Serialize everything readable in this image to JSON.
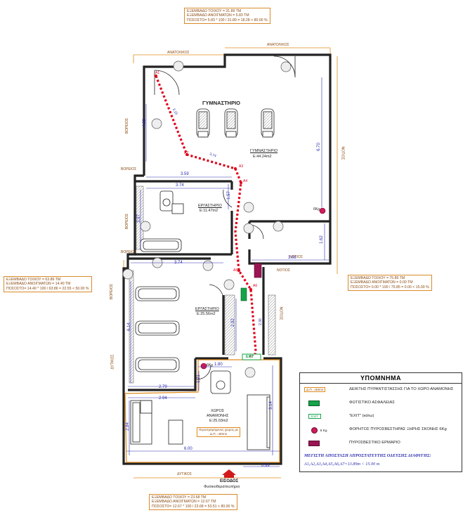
{
  "stats": {
    "top": [
      "ΕΞΕΜΒΑΔΟ ΤΟΙΧΟΥ = 31.89 ΤΜ",
      "ΕΞΕΜΒΑΔΟ ΑΝΟΙΓΜΑΤΩΝ = 5.83 ΤΜ",
      "ΠΟΣΟΣΤΟ= 5.83 * 100 / 31.89 = 18.28 < 80.00 %"
    ],
    "left": [
      "ΕΞΕΜΒΑΔΟ ΤΟΙΧΟΥ = 63.86 ΤΜ",
      "ΕΞΕΜΒΑΔΟ ΑΝΟΙΓΜΑΤΩΝ = 14.40 ΤΜ",
      "ΠΟΣΟΣΤΟ= 14.40 * 100 / 63.86 = 22.55 < 50.00 %"
    ],
    "right": [
      "ΕΞΕΜΒΑΔΟ ΤΟΙΧΟΥ = 75.85 ΤΜ",
      "ΕΞΕΜΒΑΔΟ ΑΝΟΙΓΜΑΤΩΝ = 0.00 ΤΜ",
      "ΠΟΣΟΣΤΟ= 0.00 * 100 / 75.85 = 0.00 < 15.00 %"
    ],
    "bottom": [
      "ΕΞΕΜΒΑΔΟ ΤΟΙΧΟΥ = 23.68 ΤΜ",
      "ΕΞΕΜΒΑΔΟ ΑΝΟΙΓΜΑΤΩΝ = 12.67 ΤΜ",
      "ΠΟΣΟΣΤΟ= 12.67 * 100 / 23.68 = 53.51 < 80.00 %"
    ]
  },
  "orientation": {
    "anatolikos_left": "ΑΝΑΤΟΛΙΚΟΣ",
    "anatolikos_right": "ΑΝΑΤΟΛΙΚΟΣ",
    "notios_1": "ΝΟΤΙΟΣ",
    "notios_2": "ΝΟΤΙΟΣ",
    "notios_3": "ΝΟΤΙΟΣ",
    "notios_4": "ΝΟΤΙΟΣ",
    "voreios_1": "ΒΟΡΕΙΟΣ",
    "voreios_2": "ΒΟΡΕΙΟΣ",
    "voreios_3": "ΒΟΡΕΙΟΣ",
    "voreios_4": "ΒΟΡΕΙΟΣ",
    "voreios_5": "ΒΟΡΕΙΟΣ",
    "dytikos": "ΔΥΤΙΚΟΣ"
  },
  "rooms": {
    "gym_title": "ΓΥΜΝΑΣΤΗΡΙΟ",
    "gym_label": "ΓΥΜΝΑΣΤΗΡΙΟ",
    "gym_area": "Ε:44.24m2",
    "lab1_label": "ΕΡΓΑΣΤΗΡΙΟ",
    "lab1_area": "Ε:11.47m2",
    "lab2_label": "ΕΡΓΑΣΤΗΡΙΟ",
    "lab2_area": "Ε:25.56m2",
    "wait_label_1": "ΧΩΡΟΣ",
    "wait_label_2": "ΑΝΑΜΟΝΗΣ",
    "wait_area": "Ε:25.03m2",
    "occupancy_note_1": "Περιστρεφόμενος χώρος με",
    "occupancy_note_2": "Δ.Π. =60mn"
  },
  "dimensions": {
    "d_4_63": "4.63",
    "d_6_70": "6.70",
    "d_3_59": "3.59",
    "d_3_74a": "3.74",
    "d_1_57": "1.57",
    "d_3_97": "3.97",
    "d_1_62": "1.62",
    "d_3_06": "3.06",
    "d_3_74b": "3.74",
    "d_6_14": "6.14",
    "d_2_92": "2.92",
    "d_1_80": "1.80",
    "d_1_21": "1.21",
    "d_2_79": "2.79",
    "d_2_94": "2.94",
    "d_2_84": "2.84",
    "d_3_14": "3.14",
    "d_6_00": "6.00",
    "d_0_99": "0.99",
    "d_3_15": "3.15",
    "d_3_74c": "3.74",
    "d_2_36": "2.36"
  },
  "route": {
    "a1": "A1",
    "a2": "A2",
    "a3": "A3",
    "a4": "A4",
    "a5": "A5",
    "a6": "A6",
    "a7": "A7"
  },
  "misc": {
    "kg6_gym": "6Kg",
    "kg6_wait": "6Kg",
    "exit_sign": "EXIT",
    "entrance": "ΕΙΣΟΔΟΣ",
    "street": "Φυσικοθεραπευτήριο",
    "dytikos_bottom": "ΔΥΤΙΚΟΣ",
    "skylight": "3.00\n0.50.00"
  },
  "legend": {
    "title": "ΥΠΟΜΝΗΜΑ",
    "r1_sym": "Δ.Π. =60mn",
    "r1": "ΔΕΙΚΤΗΣ ΠΥΡΑΝΤΙΣΤΑΣΣΗΣ ΓΙΑ ΤΟ ΧΩΡΟ ΑΝΑΜΟΝΗΣ",
    "r2": "ΦΩΤΙΣΤΙΚΟ ΑΣΦΑΛΕΙΑΣ",
    "r3_sym": "EXIT",
    "r3": "\"EXIT\" (κάτω)",
    "r4_sym": "6 Kg",
    "r4": "ΦΟΡΗΤΟΣ ΠΥΡΟΣΒΕΣΤΗΡΑΣ ΞΗΡΗΣ ΣΚΟΝΗΣ 6Kg",
    "r5": "ΠΥΡΟΣΒΕΣΤΙΚΟ ΕΡΜΑΡΙΟ",
    "note1": "ΜΕΓΙΣΤΗ ΑΠΟΣΤΑΣΗ ΑΠΡΟΣΤΑΤΕΥΤΗΣ ΟΔΕΥΣΗΣ ΔΙΑΦΥΓΗΣ:",
    "note2": "Α1,Α2,Α3,Α4,Α5,Α6,Α7=13.89m < 15.00 m"
  },
  "colors": {
    "wall": "#222222",
    "route": "#e0001a",
    "dim_blue": "#2b2bb0",
    "orange": "#e08a1a",
    "green": "#15a34a",
    "magenta": "#9b1553"
  }
}
